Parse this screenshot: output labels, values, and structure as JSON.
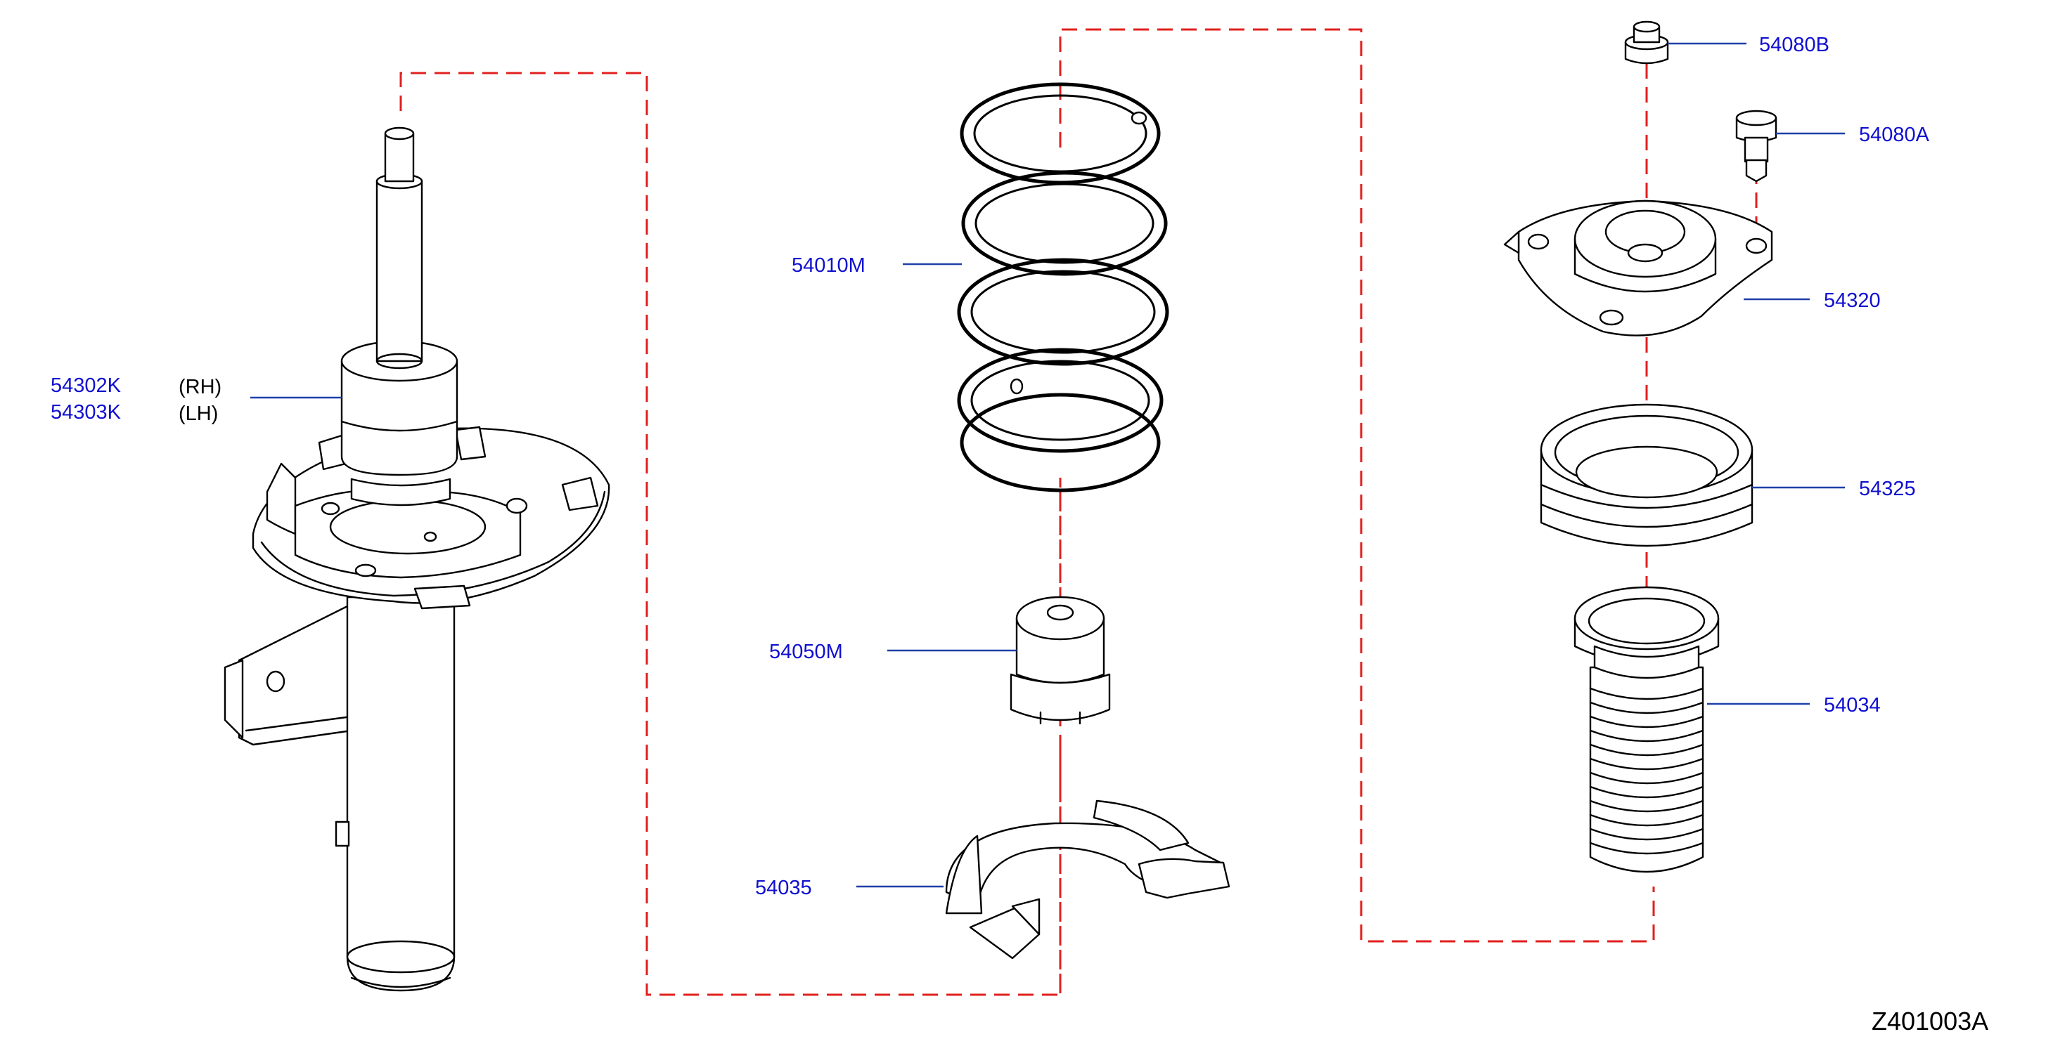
{
  "diagram_code": "Z401003A",
  "parts": [
    {
      "id": "strut",
      "numbers": [
        "54302K",
        "54303K"
      ],
      "sides": [
        "(RH)",
        "(LH)"
      ]
    },
    {
      "id": "spring",
      "number": "54010M"
    },
    {
      "id": "bump-stop",
      "number": "54050M"
    },
    {
      "id": "spring-seat",
      "number": "54035"
    },
    {
      "id": "nut",
      "number": "54080B"
    },
    {
      "id": "bolt",
      "number": "54080A"
    },
    {
      "id": "mount",
      "number": "54320"
    },
    {
      "id": "bearing",
      "number": "54325"
    },
    {
      "id": "boot",
      "number": "54034"
    }
  ],
  "colors": {
    "part_number_text": "#1010d0",
    "leader_line": "#1f3fa8",
    "assembly_dash": "#e0201e",
    "outline": "#000000"
  }
}
